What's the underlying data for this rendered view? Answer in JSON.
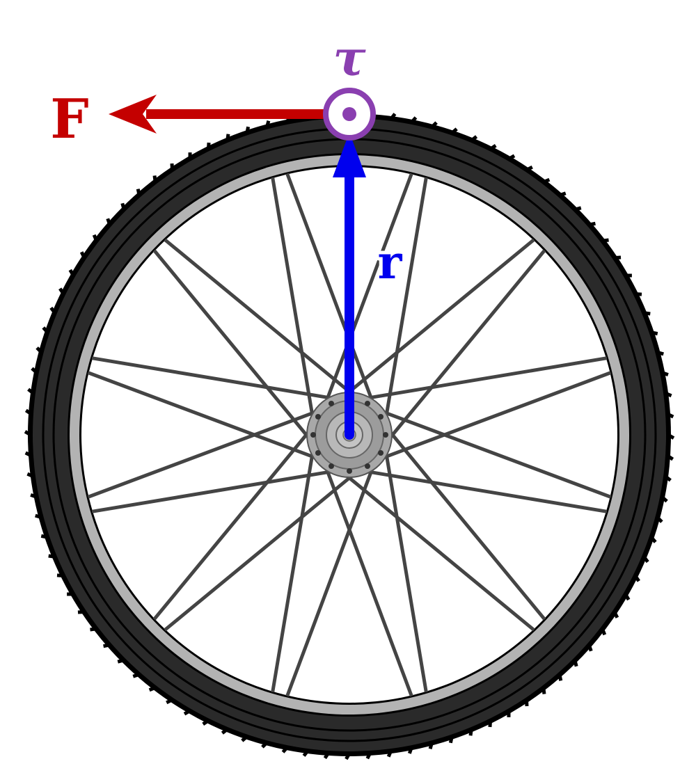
{
  "diagram": {
    "wheel": {
      "spokes": 24,
      "hub_holes": 12
    },
    "vectors": {
      "force": {
        "label": "F",
        "color": "#c40000"
      },
      "radius": {
        "label": "r",
        "color": "#0000ee"
      },
      "torque": {
        "label": "τ",
        "color": "#8a3fb0",
        "symbol": "out-of-page-dot"
      }
    },
    "colors": {
      "tire": "#2a2a2a",
      "tire_outline": "#000000",
      "rim": "#b3b3b3",
      "spoke": "#444444",
      "hub": "#a8a8a8"
    }
  }
}
